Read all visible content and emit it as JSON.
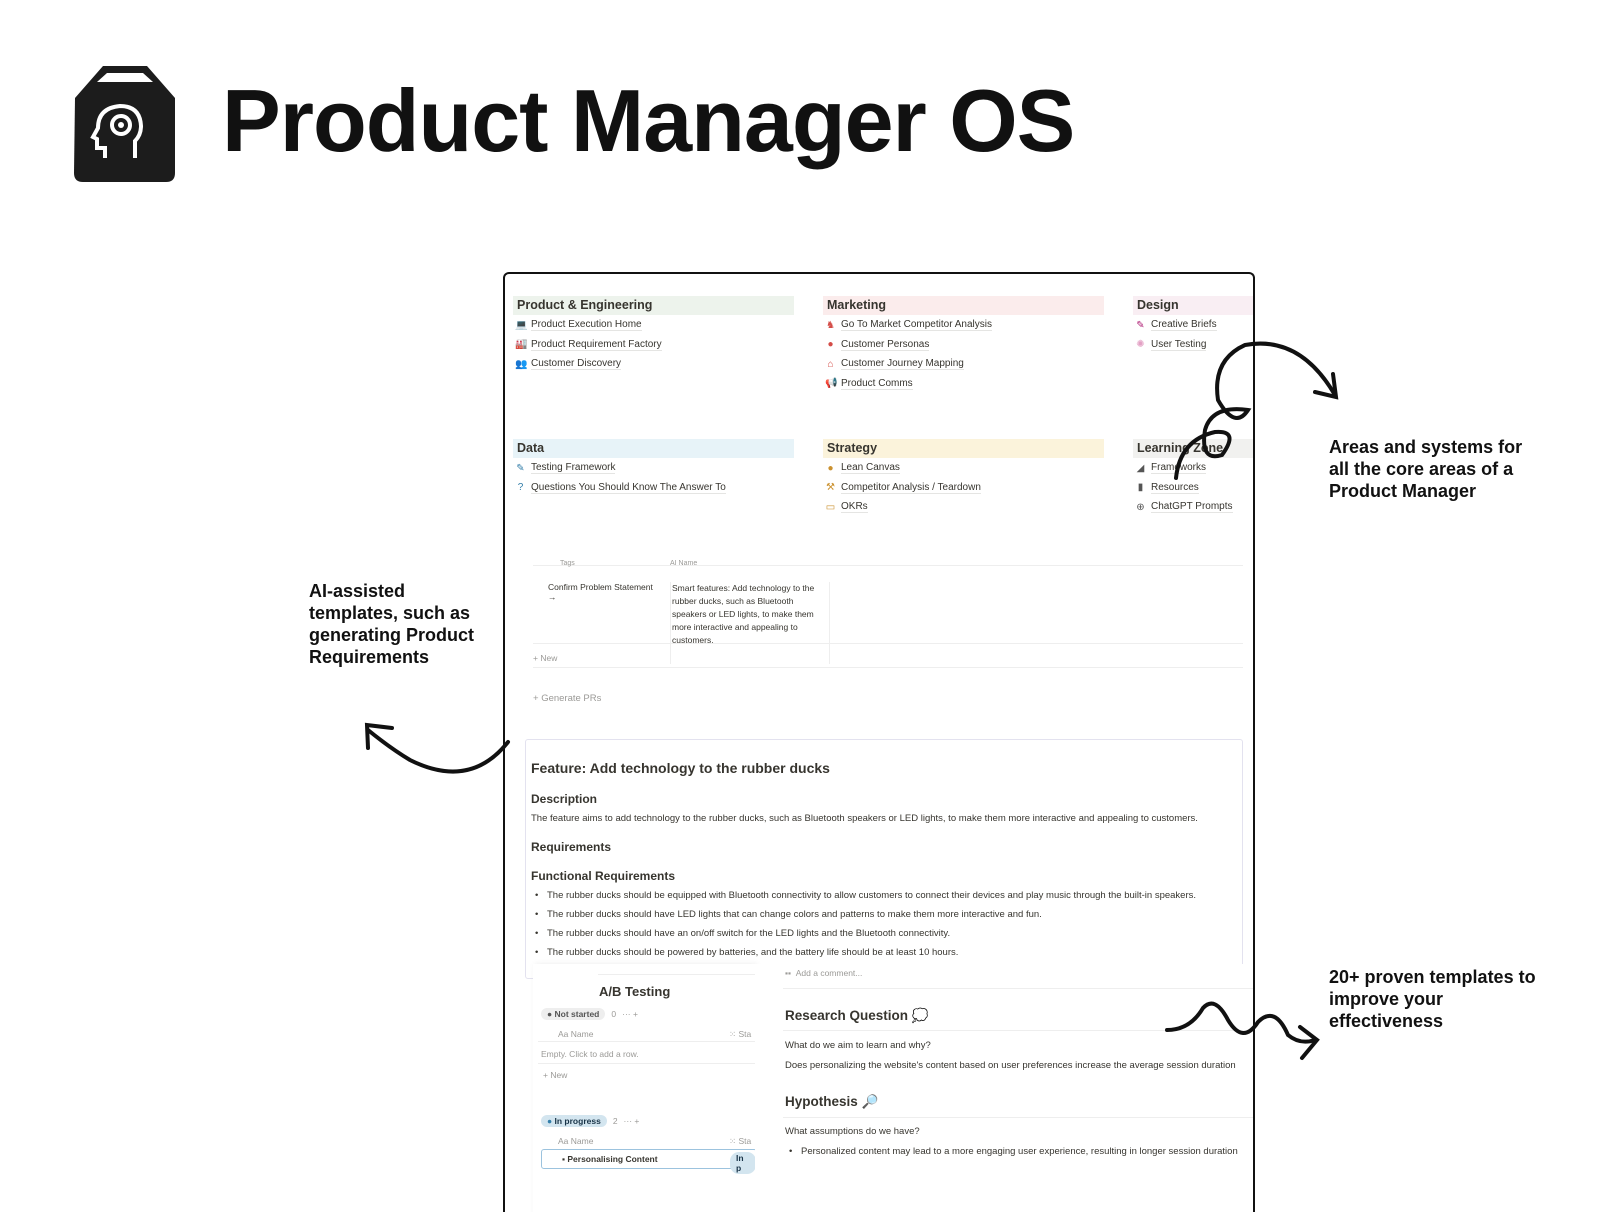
{
  "header": {
    "title": "Product Manager OS",
    "logo_icon": "box-head-gear-icon"
  },
  "sections": [
    {
      "title": "Product & Engineering",
      "color": "#edf3ec",
      "items": [
        {
          "icon": "💻",
          "label": "Product Execution Home",
          "color": "#448361"
        },
        {
          "icon": "🏭",
          "label": "Product Requirement Factory",
          "color": "#448361"
        },
        {
          "icon": "👥",
          "label": "Customer Discovery",
          "color": "#448361"
        }
      ]
    },
    {
      "title": "Marketing",
      "color": "#fbecec",
      "items": [
        {
          "icon": "♞",
          "label": "Go To Market Competitor Analysis",
          "color": "#d44c47"
        },
        {
          "icon": "●",
          "label": "Customer Personas",
          "color": "#d44c47"
        },
        {
          "icon": "⌂",
          "label": "Customer Journey Mapping",
          "color": "#d44c47"
        },
        {
          "icon": "📢",
          "label": "Product Comms",
          "color": "#d44c47"
        }
      ]
    },
    {
      "title": "Design",
      "color": "#f9eef3",
      "items": [
        {
          "icon": "✎",
          "label": "Creative Briefs",
          "color": "#ad1a72"
        },
        {
          "icon": "✺",
          "label": "User Testing",
          "color": "#e3a0c4"
        }
      ]
    },
    {
      "title": "Data",
      "color": "#e7f3f8",
      "items": [
        {
          "icon": "✎",
          "label": "Testing Framework",
          "color": "#337ea9"
        },
        {
          "icon": "?",
          "label": "Questions You Should Know The Answer To",
          "color": "#337ea9"
        }
      ]
    },
    {
      "title": "Strategy",
      "color": "#fbf3db",
      "items": [
        {
          "icon": "●",
          "label": "Lean Canvas",
          "color": "#cb912f"
        },
        {
          "icon": "⚒",
          "label": "Competitor Analysis / Teardown",
          "color": "#cb912f"
        },
        {
          "icon": "▭",
          "label": "OKRs",
          "color": "#cb912f"
        }
      ]
    },
    {
      "title": "Learning Zone",
      "color": "#f1f1ef",
      "items": [
        {
          "icon": "◢",
          "label": "Frameworks",
          "color": "#555"
        },
        {
          "icon": "▮",
          "label": "Resources",
          "color": "#555"
        },
        {
          "icon": "⊕",
          "label": "ChatGPT Prompts",
          "color": "#555"
        }
      ]
    }
  ],
  "pr_table": {
    "col1_header": "Tags",
    "col2_header": "AI Name",
    "row_step": "Confirm Problem Statement",
    "row_arrow": "→",
    "row_text": "Smart features: Add technology to the rubber ducks, such as Bluetooth speakers or LED lights, to make them more interactive and appealing to customers.",
    "new_label": "New",
    "generate_label": "Generate PRs"
  },
  "feature": {
    "title": "Feature: Add technology to the rubber ducks",
    "description_heading": "Description",
    "description": "The feature aims to add technology to the rubber ducks, such as Bluetooth speakers or LED lights, to make them more interactive and appealing to customers.",
    "requirements_heading": "Requirements",
    "functional_heading": "Functional Requirements",
    "bullets": [
      "The rubber ducks should be equipped with Bluetooth connectivity to allow customers to connect their devices and play music through the built-in speakers.",
      "The rubber ducks should have LED lights that can change colors and patterns to make them more interactive and fun.",
      "The rubber ducks should have an on/off switch for the LED lights and the Bluetooth connectivity.",
      "The rubber ducks should be powered by batteries, and the battery life should be at least 10 hours."
    ]
  },
  "ab": {
    "title": "A/B Testing",
    "group1": {
      "label": "Not started",
      "count": "0"
    },
    "group2": {
      "label": "In progress",
      "count": "2"
    },
    "name_header": "Aa Name",
    "status_header": "Sta",
    "empty": "Empty. Click to add a row.",
    "new_label": "New",
    "row": "Personalising Content",
    "row_status": "In p"
  },
  "research": {
    "comment_placeholder": "Add a comment...",
    "rq_heading": "Research Question",
    "rq_q": "What do we aim to learn and why?",
    "rq_a": "Does personalizing the website's content based on user preferences increase the average session duration",
    "hyp_heading": "Hypothesis",
    "hyp_q": "What assumptions do we have?",
    "hyp_bullet": "Personalized content may lead to a more engaging user experience, resulting in longer session duration"
  },
  "annotations": {
    "areas": "Areas and systems for all the core areas of a Product Manager",
    "ai": "AI-assisted templates, such as generating Product Requirements",
    "templates": "20+ proven templates to improve your effectiveness"
  }
}
